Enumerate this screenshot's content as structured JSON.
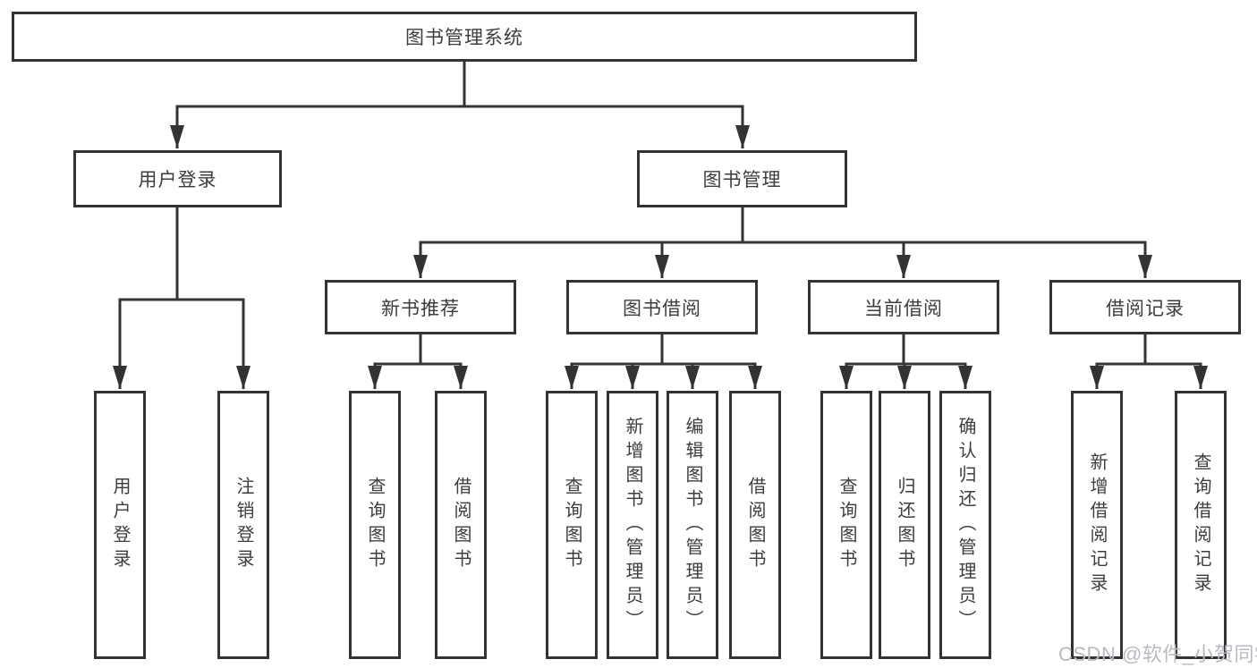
{
  "tree": {
    "root": {
      "label": "图书管理系统",
      "children": [
        {
          "label": "用户登录",
          "children": [
            {
              "label": "用户登录"
            },
            {
              "label": "注销登录"
            }
          ]
        },
        {
          "label": "图书管理",
          "children": [
            {
              "label": "新书推荐",
              "children": [
                {
                  "label": "查询图书"
                },
                {
                  "label": "借阅图书"
                }
              ]
            },
            {
              "label": "图书借阅",
              "children": [
                {
                  "label": "查询图书"
                },
                {
                  "label": "新增图书（管理员）"
                },
                {
                  "label": "编辑图书（管理员）"
                },
                {
                  "label": "借阅图书"
                }
              ]
            },
            {
              "label": "当前借阅",
              "children": [
                {
                  "label": "查询图书"
                },
                {
                  "label": "归还图书"
                },
                {
                  "label": "确认归还（管理员）"
                }
              ]
            },
            {
              "label": "借阅记录",
              "children": [
                {
                  "label": "新增借阅记录"
                },
                {
                  "label": "查询借阅记录"
                }
              ]
            }
          ]
        }
      ]
    }
  },
  "watermark": {
    "text": "CSDN @软件_小贺同学"
  },
  "colors": {
    "line": "#333333",
    "box_border": "#333333",
    "box_fill": "#ffffff",
    "text": "#3d3d3d",
    "watermark": "#b7bbc1",
    "background": "#ffffff"
  }
}
